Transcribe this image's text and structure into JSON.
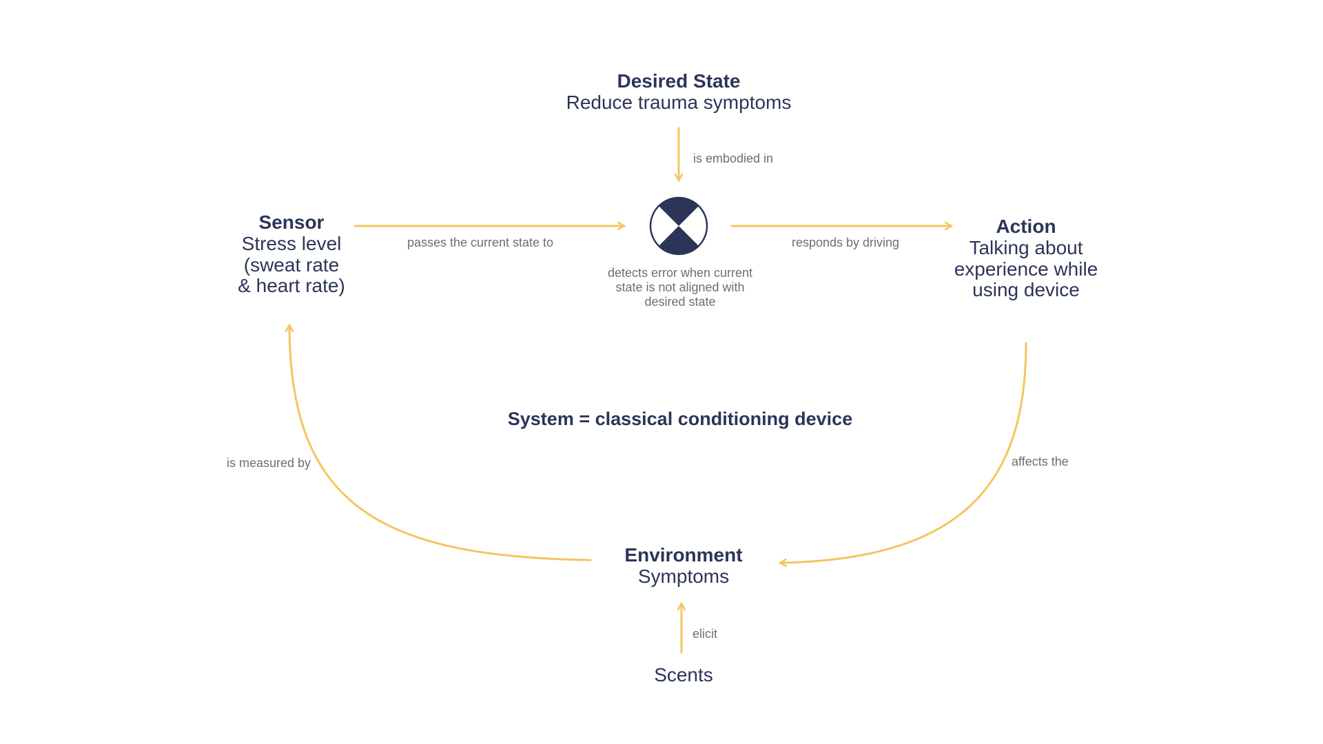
{
  "nodes": {
    "desired_state": {
      "title": "Desired State",
      "text": "Reduce trauma symptoms"
    },
    "sensor": {
      "title": "Sensor",
      "lines": [
        "Stress level",
        "(sweat rate",
        "& heart rate)"
      ]
    },
    "action": {
      "title": "Action",
      "lines": [
        "Talking about",
        "experience while",
        "using device"
      ]
    },
    "environment": {
      "title": "Environment",
      "text": "Symptoms"
    },
    "scents": {
      "text": "Scents"
    }
  },
  "comparator": {
    "icon": "comparator-icon",
    "note_lines": [
      "detects error when current",
      "state is not aligned with",
      "desired state"
    ]
  },
  "edges": {
    "embodied": "is embodied in",
    "passes": "passes the current state to",
    "responds": "responds by driving",
    "affects": "affects the",
    "measured": "is measured by",
    "elicit": "elicit"
  },
  "system_label": "System = classical conditioning device",
  "colors": {
    "arrow": "#f4c55f",
    "text_dark": "#2c3458",
    "label_gray": "#6e6e6e",
    "background": "#ffffff"
  }
}
